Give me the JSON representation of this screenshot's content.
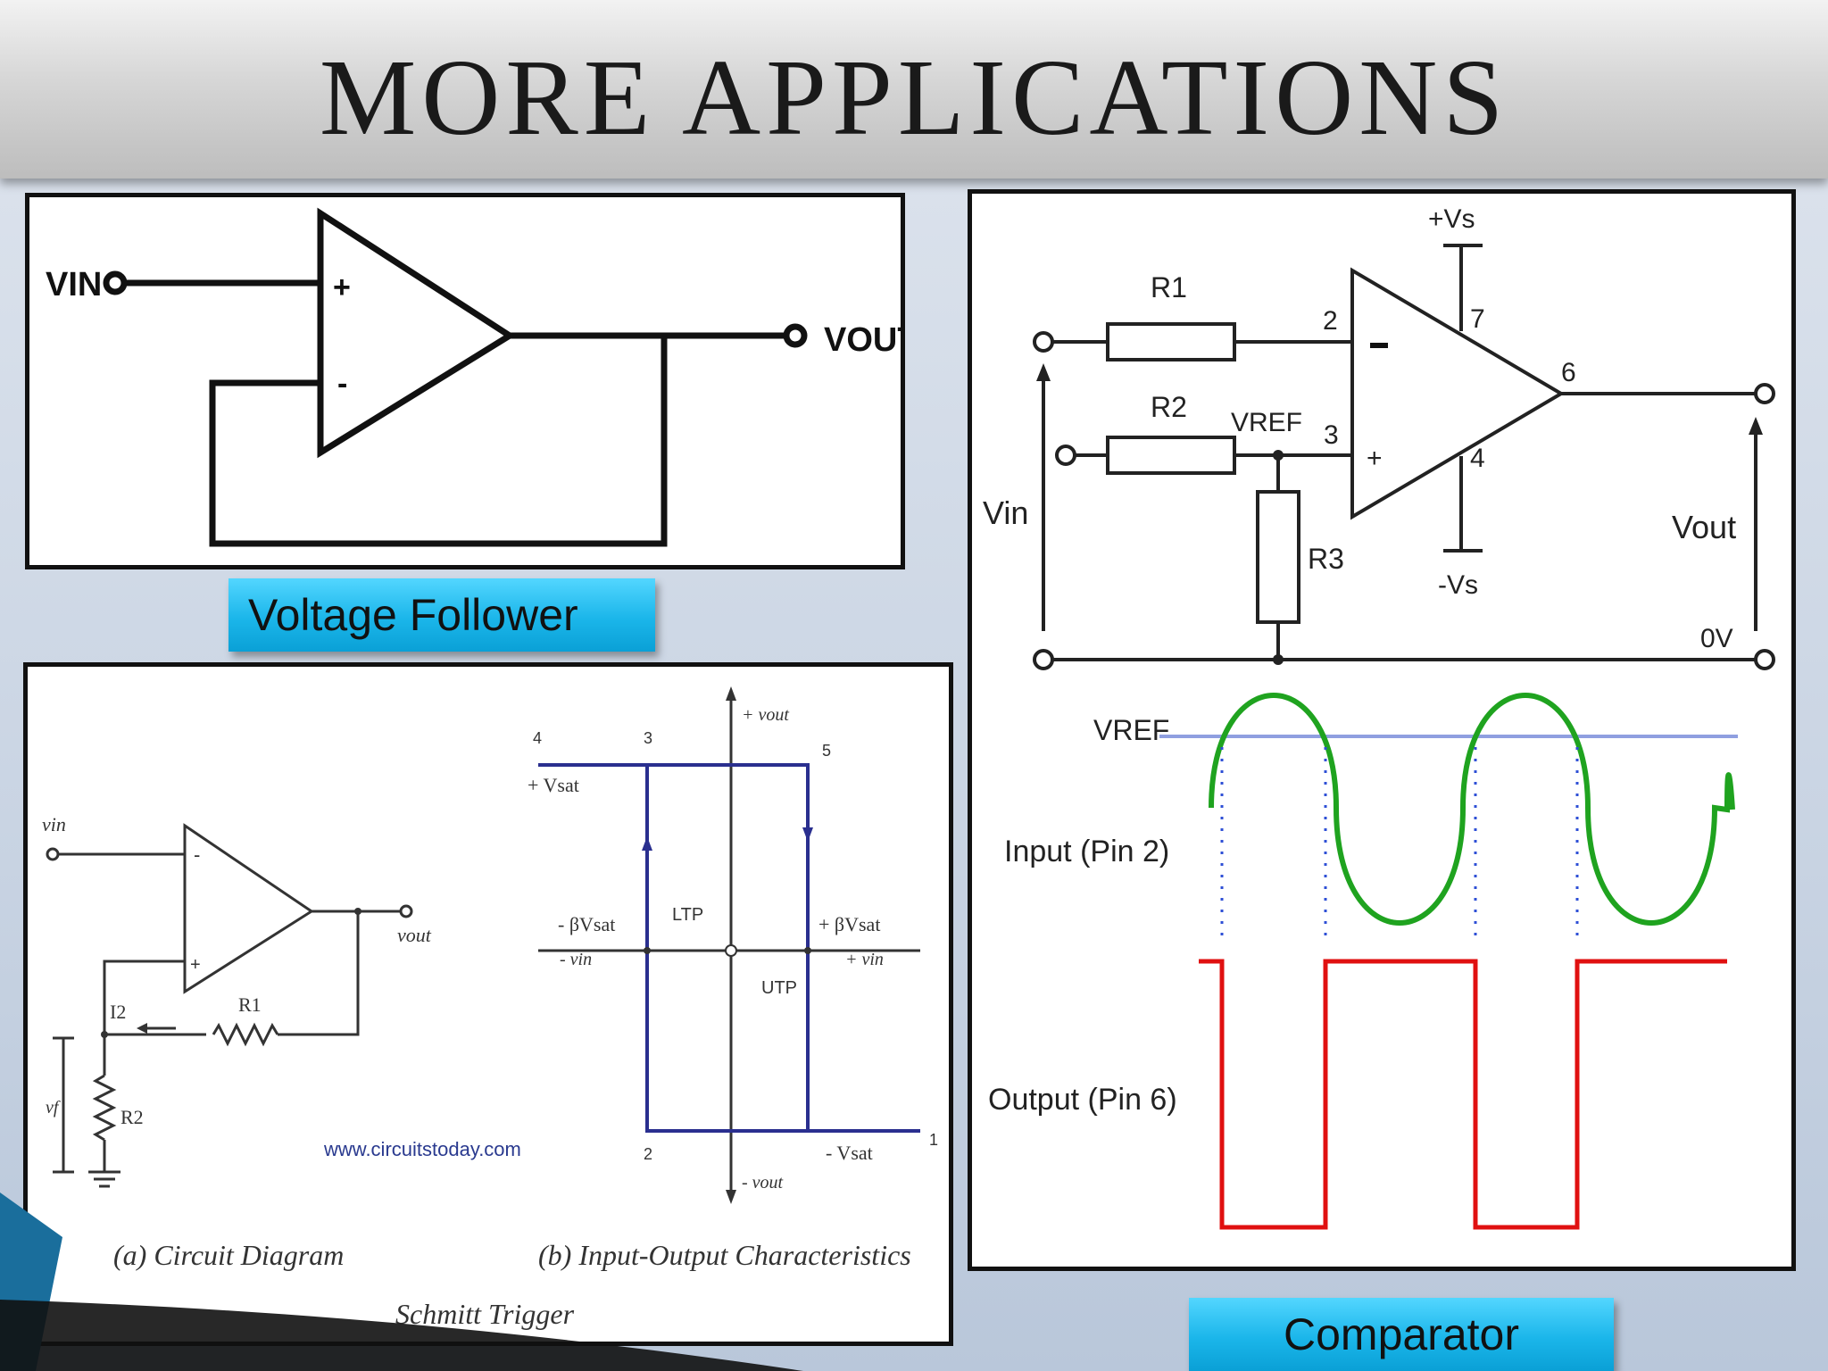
{
  "slide": {
    "title": "MORE APPLICATIONS"
  },
  "voltage_follower": {
    "label": "Voltage Follower",
    "vin": "VIN",
    "vout": "VOUT",
    "plus": "+",
    "minus": "-"
  },
  "comparator": {
    "label": "Comparator",
    "r1": "R1",
    "r2": "R2",
    "r3": "R3",
    "vref": "VREF",
    "pos_supply": "+Vs",
    "neg_supply": "-Vs",
    "pin2": "2",
    "pin3": "3",
    "pin4": "4",
    "pin6": "6",
    "pin7": "7",
    "vin": "Vin",
    "vout": "Vout",
    "zero_v": "0V",
    "vref_wave": "VREF",
    "input_label": "Input (Pin 2)",
    "output_label": "Output (Pin 6)",
    "colors": {
      "input_wave": "#1fa31f",
      "output_wave": "#e01010",
      "ref_line": "#8f9fe0"
    }
  },
  "schmitt": {
    "vin": "vin",
    "vout": "vout",
    "r1": "R1",
    "r2": "R2",
    "i2": "I2",
    "vf": "vf",
    "website": "www.circuitstoday.com",
    "caption_a": "(a) Circuit Diagram",
    "caption_b": "(b) Input-Output Characteristics",
    "caption_main": "Schmitt Trigger",
    "plus_vsat": "+ Vsat",
    "minus_vsat": "- Vsat",
    "minus_beta_vsat": "- βVsat",
    "plus_beta_vsat": "+ βVsat",
    "ltp": "LTP",
    "utp": "UTP",
    "plus_vout": "+ vout",
    "minus_vout": "- vout",
    "minus_vin": "- vin",
    "plus_vin": "+ vin",
    "pt1": "1",
    "pt2": "2",
    "pt3": "3",
    "pt4": "4",
    "pt5": "5"
  }
}
